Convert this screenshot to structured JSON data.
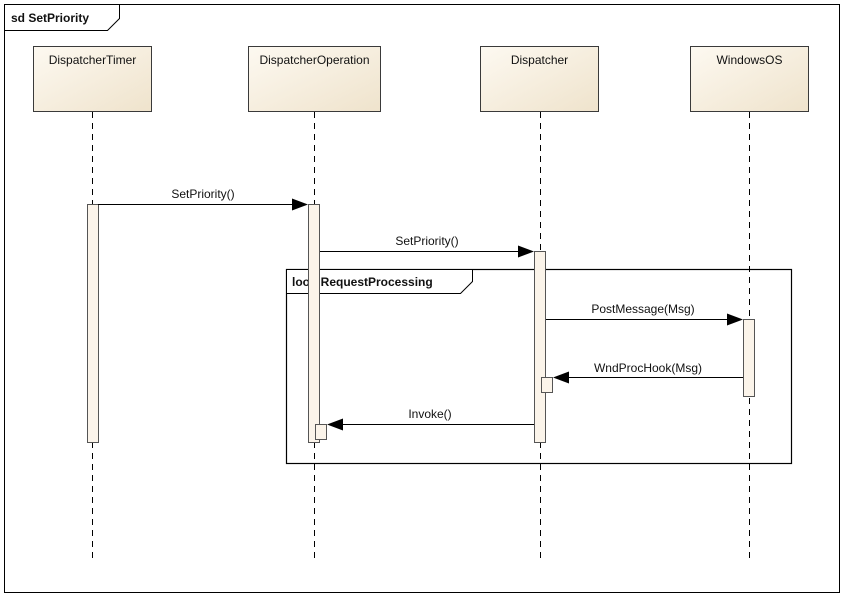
{
  "frame": {
    "title": "sd SetPriority"
  },
  "lifelines": [
    {
      "id": "timer",
      "name": "DispatcherTimer"
    },
    {
      "id": "operation",
      "name": "DispatcherOperation"
    },
    {
      "id": "dispatcher",
      "name": "Dispatcher"
    },
    {
      "id": "os",
      "name": "WindowsOS"
    }
  ],
  "messages": [
    {
      "label": "SetPriority()",
      "from": "DispatcherTimer",
      "to": "DispatcherOperation"
    },
    {
      "label": "SetPriority()",
      "from": "DispatcherOperation",
      "to": "Dispatcher"
    },
    {
      "label": "PostMessage(Msg)",
      "from": "Dispatcher",
      "to": "WindowsOS"
    },
    {
      "label": "WndProcHook(Msg)",
      "from": "WindowsOS",
      "to": "Dispatcher"
    },
    {
      "label": "Invoke()",
      "from": "Dispatcher",
      "to": "DispatcherOperation"
    }
  ],
  "fragment": {
    "operator": "loop",
    "name": "RequestProcessing",
    "label": "loop RequestProcessing"
  },
  "colors": {
    "frame_border": "#000000",
    "lifeline_fill": "#f7eedd",
    "lifeline_border": "#3a3a3a",
    "activation_fill": "#fbf4ea",
    "line": "#000000"
  }
}
